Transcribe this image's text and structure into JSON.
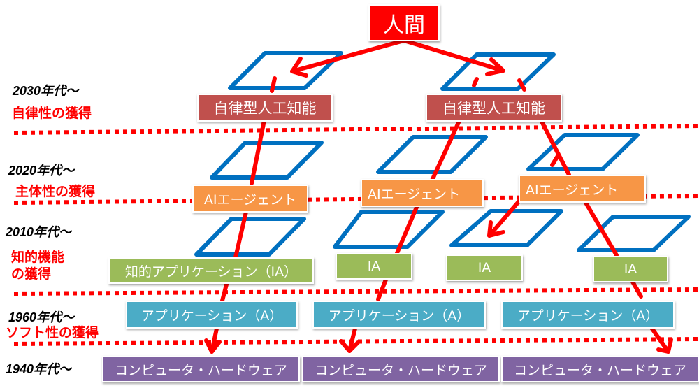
{
  "colors": {
    "human": "#fe0000",
    "autonomous_ai": "#c0504d",
    "ai_agent": "#f79646",
    "intelligent_app": "#9bbb59",
    "application": "#4bacc6",
    "hardware": "#8064a2",
    "platform_outline": "#0070c0",
    "arrow": "#ff0000",
    "era_text": "#000000",
    "acquisition_text": "#ff0000"
  },
  "top_node": {
    "label": "人間"
  },
  "eras": [
    {
      "id": "2030",
      "label": "2030年代～",
      "acquisition": "自律性の獲得"
    },
    {
      "id": "2020",
      "label": "2020年代～",
      "acquisition": "主体性の獲得"
    },
    {
      "id": "2010",
      "label": "2010年代～",
      "acquisition_lines": [
        "知的機能",
        "の獲得"
      ]
    },
    {
      "id": "1960",
      "label": "1960年代～",
      "acquisition": "ソフト性の獲得"
    },
    {
      "id": "1940",
      "label": "1940年代～",
      "acquisition": ""
    }
  ],
  "layers": {
    "autonomous_ai": [
      "自律型人工知能",
      "自律型人工知能"
    ],
    "ai_agent": [
      "AIエージェント",
      "AIエージェント",
      "AIエージェント"
    ],
    "intelligent_app": [
      "知的アプリケーション（IA）",
      "IA",
      "IA",
      "IA"
    ],
    "application": [
      "アプリケーション（A）",
      "アプリケーション（A）",
      "アプリケーション（A）"
    ],
    "hardware": [
      "コンピュータ・ハードウェア",
      "コンピュータ・ハードウェア",
      "コンピュータ・ハードウェア"
    ]
  }
}
